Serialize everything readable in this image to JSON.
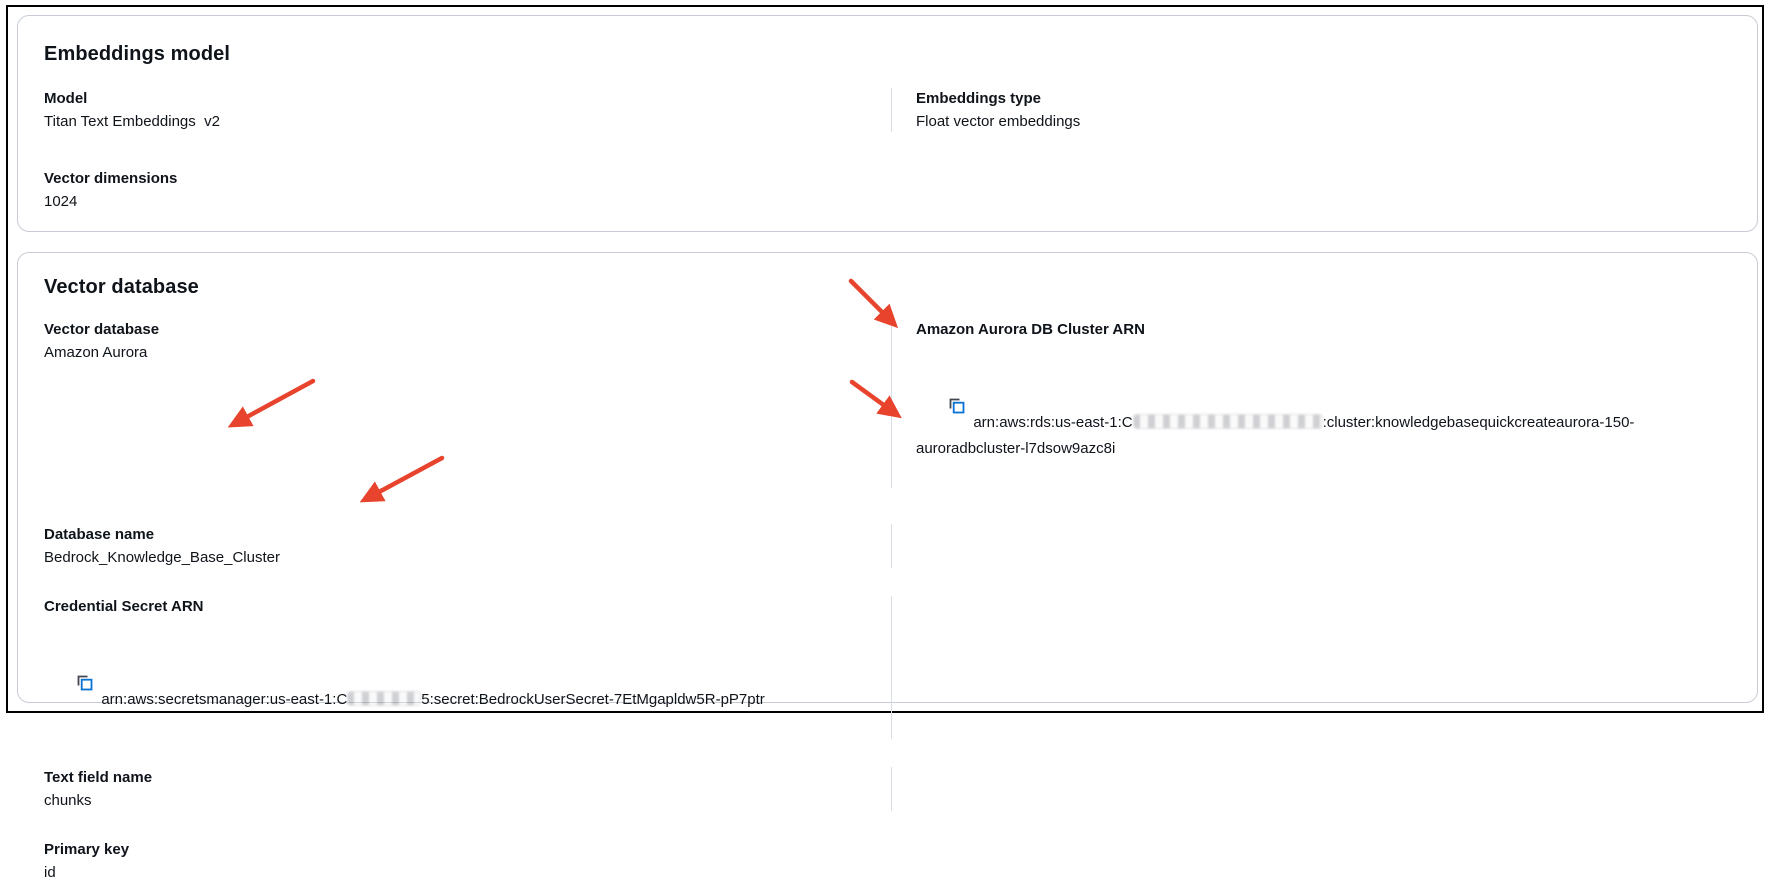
{
  "embeddings_model_card": {
    "title": "Embeddings model",
    "model_label": "Model",
    "model_value": "Titan Text Embeddings  v2",
    "vector_dimensions_label": "Vector dimensions",
    "vector_dimensions_value": "1024",
    "embeddings_type_label": "Embeddings type",
    "embeddings_type_value": "Float vector embeddings"
  },
  "vector_database_card": {
    "title": "Vector database",
    "vector_database_label": "Vector database",
    "vector_database_value": "Amazon Aurora",
    "database_name_label": "Database name",
    "database_name_value": "Bedrock_Knowledge_Base_Cluster",
    "credential_secret_arn_label": "Credential Secret ARN",
    "credential_secret_arn_prefix": "arn:aws:secretsmanager:us-east-1:C",
    "credential_secret_arn_suffix": "5:secret:BedrockUserSecret-7EtMgapldw5R-pP7ptr",
    "text_field_name_label": "Text field name",
    "text_field_name_value": "chunks",
    "primary_key_label": "Primary key",
    "primary_key_value": "id",
    "aurora_db_cluster_arn_label": "Amazon Aurora DB Cluster ARN",
    "aurora_db_cluster_arn_prefix": "arn:aws:rds:us-east-1:C",
    "aurora_db_cluster_arn_suffix": ":cluster:knowledgebasequickcreateaurora-150-auroradbcluster-l7dsow9azc8i"
  },
  "icons": {
    "copy_icon": "copy-to-clipboard",
    "copy_icon_blue": "#0972d3",
    "copy_icon_back_gray": "#424650"
  },
  "annotations": {
    "arrow_color": "#e8432c",
    "arrow_targets": [
      "database-name",
      "credential-secret-arn",
      "aurora-db-cluster-arn",
      "table-name"
    ]
  },
  "redaction": {
    "style": "blurred-gray-box",
    "meaning": "account-id-hidden"
  }
}
